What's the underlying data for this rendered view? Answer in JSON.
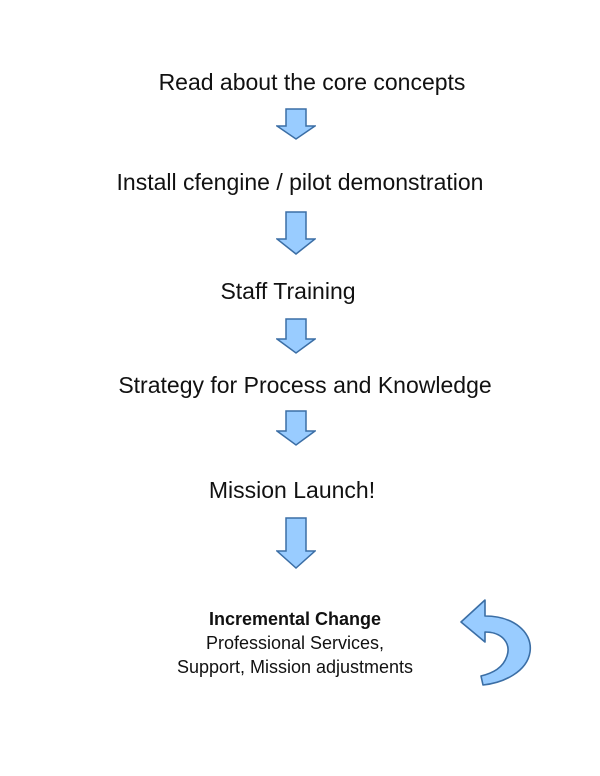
{
  "steps": [
    {
      "label": "Read about the core concepts"
    },
    {
      "label": "Install cfengine / pilot demonstration"
    },
    {
      "label": "Staff Training"
    },
    {
      "label": "Strategy for Process and Knowledge"
    },
    {
      "label": "Mission Launch!"
    }
  ],
  "final": {
    "title": "Incremental Change",
    "lines": [
      "Professional Services,",
      "Support, Mission adjustments"
    ]
  },
  "colors": {
    "arrow_fill": "#99ccff",
    "arrow_stroke": "#3b6ea5",
    "text": "#111111"
  },
  "icons": {
    "down_arrow": "down-arrow-icon",
    "loop_arrow": "loop-arrow-icon"
  }
}
